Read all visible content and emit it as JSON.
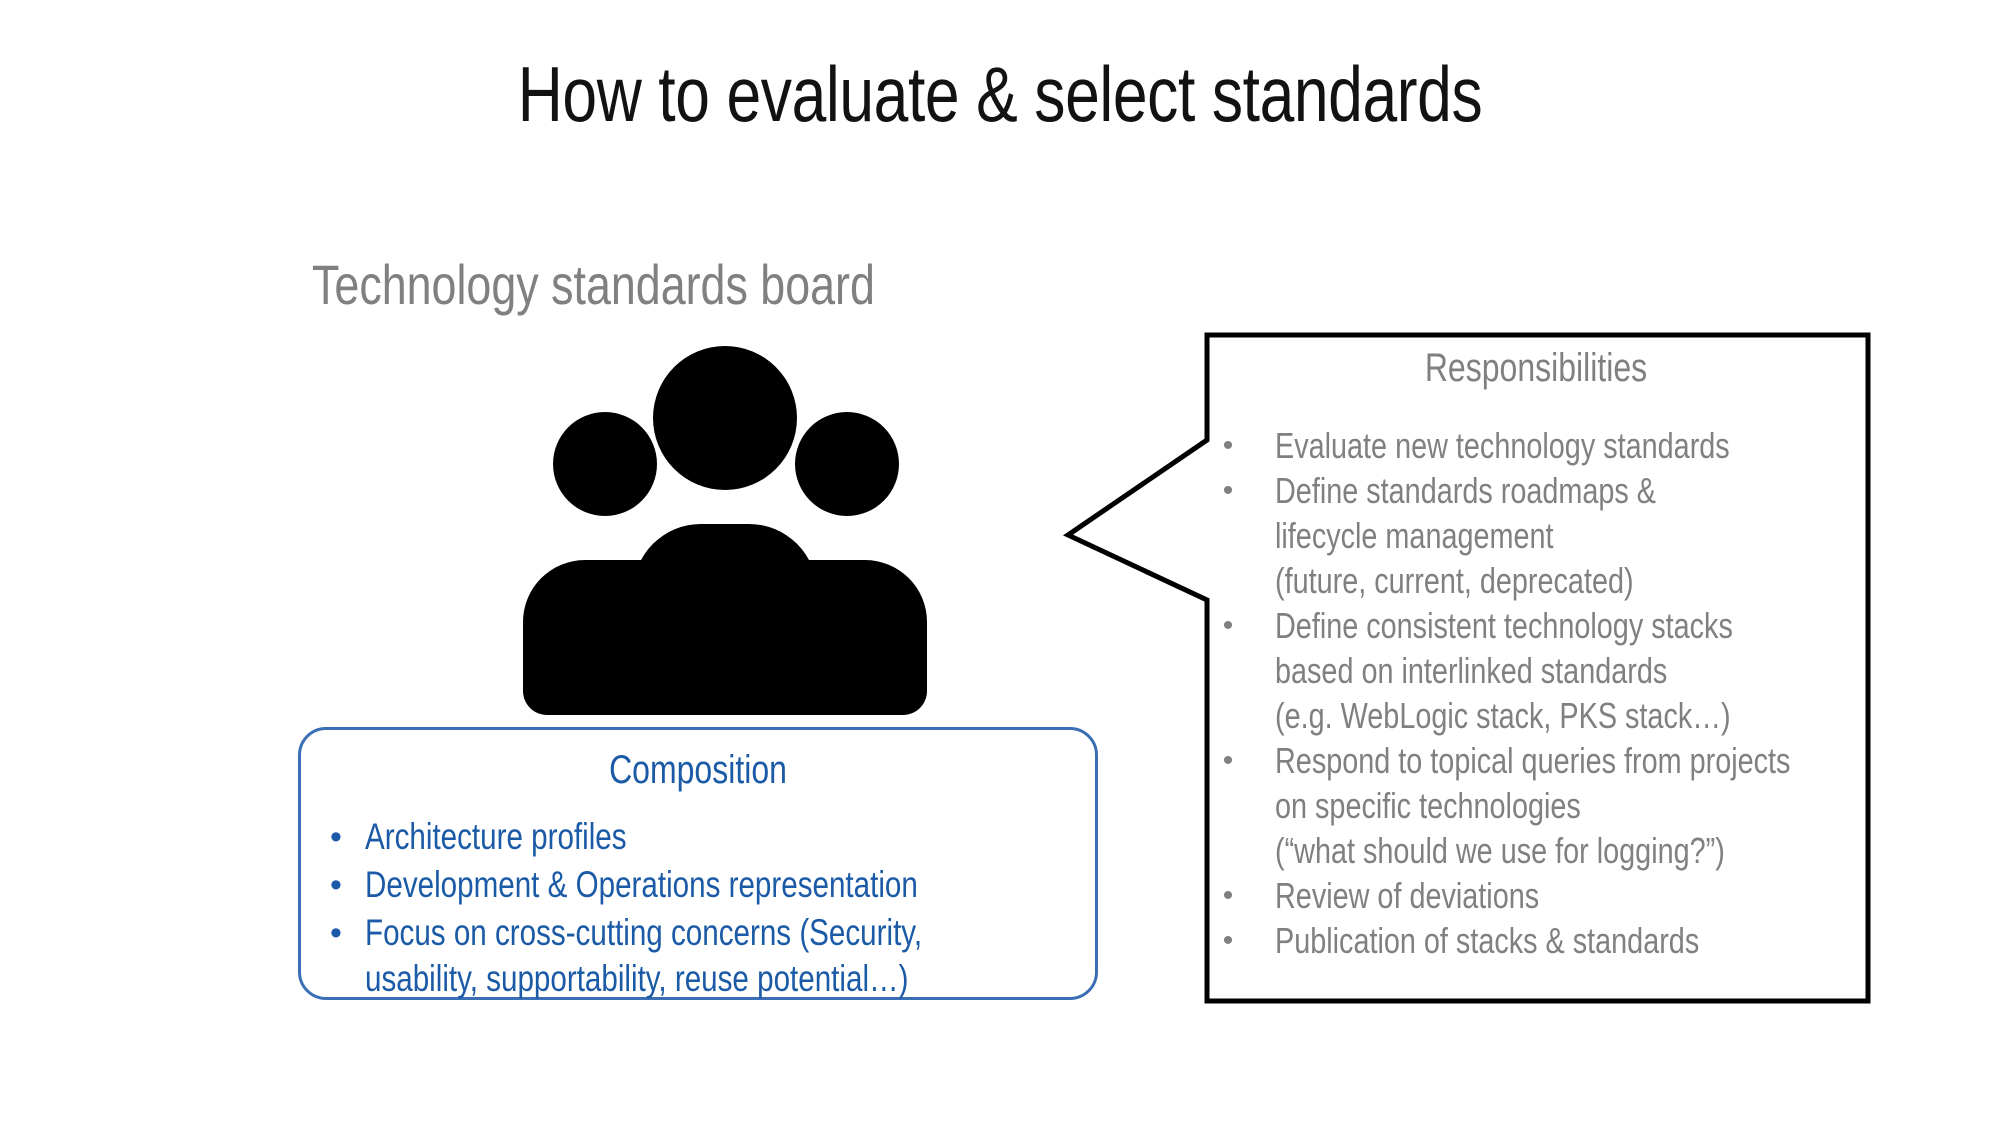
{
  "slide": {
    "title": "How to evaluate & select standards",
    "subtitle": "Technology standards board",
    "background_color": "#FFFFFF",
    "title_color": "#121212",
    "subtitle_color": "#808080"
  },
  "people_icon": {
    "name": "people-group-icon",
    "color": "#000000"
  },
  "composition": {
    "heading": "Composition",
    "accent_color": "#1B5AA6",
    "border_color": "#3B6FB5",
    "bullet_glyph": "•",
    "items": [
      "Architecture profiles",
      "Development & Operations representation",
      "Focus on cross-cutting concerns (Security,\nusability, supportability, reuse potential…)"
    ]
  },
  "responsibilities": {
    "heading": "Responsibilities",
    "text_color": "#808080",
    "border_color": "#000000",
    "bullet_glyph": "•",
    "items": [
      "Evaluate new technology standards",
      "Define standards roadmaps &\nlifecycle management\n(future, current, deprecated)",
      "Define consistent technology stacks\nbased on interlinked standards\n(e.g. WebLogic stack, PKS stack…)",
      "Respond to topical queries from projects\non specific technologies\n(“what should we use for logging?”)",
      "Review of deviations",
      "Publication of stacks & standards"
    ]
  }
}
